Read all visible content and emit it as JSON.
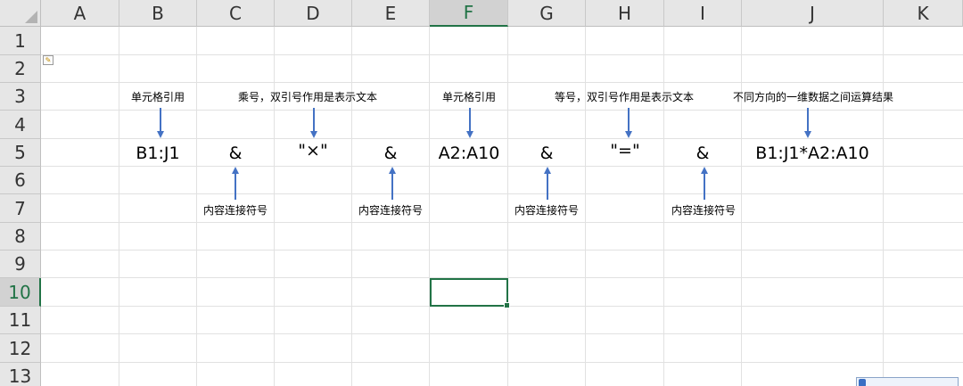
{
  "columns": [
    "A",
    "B",
    "C",
    "D",
    "E",
    "F",
    "G",
    "H",
    "I",
    "J",
    "K"
  ],
  "rows": [
    "1",
    "2",
    "3",
    "4",
    "5",
    "6",
    "7",
    "8",
    "9",
    "10",
    "11",
    "12",
    "13"
  ],
  "selected_column": "F",
  "selected_row": "10",
  "row5": {
    "b": "B1:J1",
    "c": "&",
    "d": "\"×\"",
    "e": "&",
    "f": "A2:A10",
    "g": "&",
    "h": "\"=\"",
    "i": "&",
    "j": "B1:J1*A2:A10"
  },
  "notes_top": {
    "b": "单元格引用",
    "d": "乘号，双引号作用是表示文本",
    "f": "单元格引用",
    "h": "等号，双引号作用是表示文本",
    "j": "不同方向的一维数据之间运算结果"
  },
  "notes_bottom": {
    "c": "内容连接符号",
    "e": "内容连接符号",
    "g": "内容连接符号",
    "i": "内容连接符号"
  },
  "colors": {
    "accent_green": "#217346",
    "arrow_blue": "#4472c4",
    "header_bg": "#e6e6e6",
    "gridline": "#e1e1e1"
  },
  "icons": [
    "paste-options-icon",
    "select-all-triangle-icon",
    "watermark-logo-icon"
  ]
}
